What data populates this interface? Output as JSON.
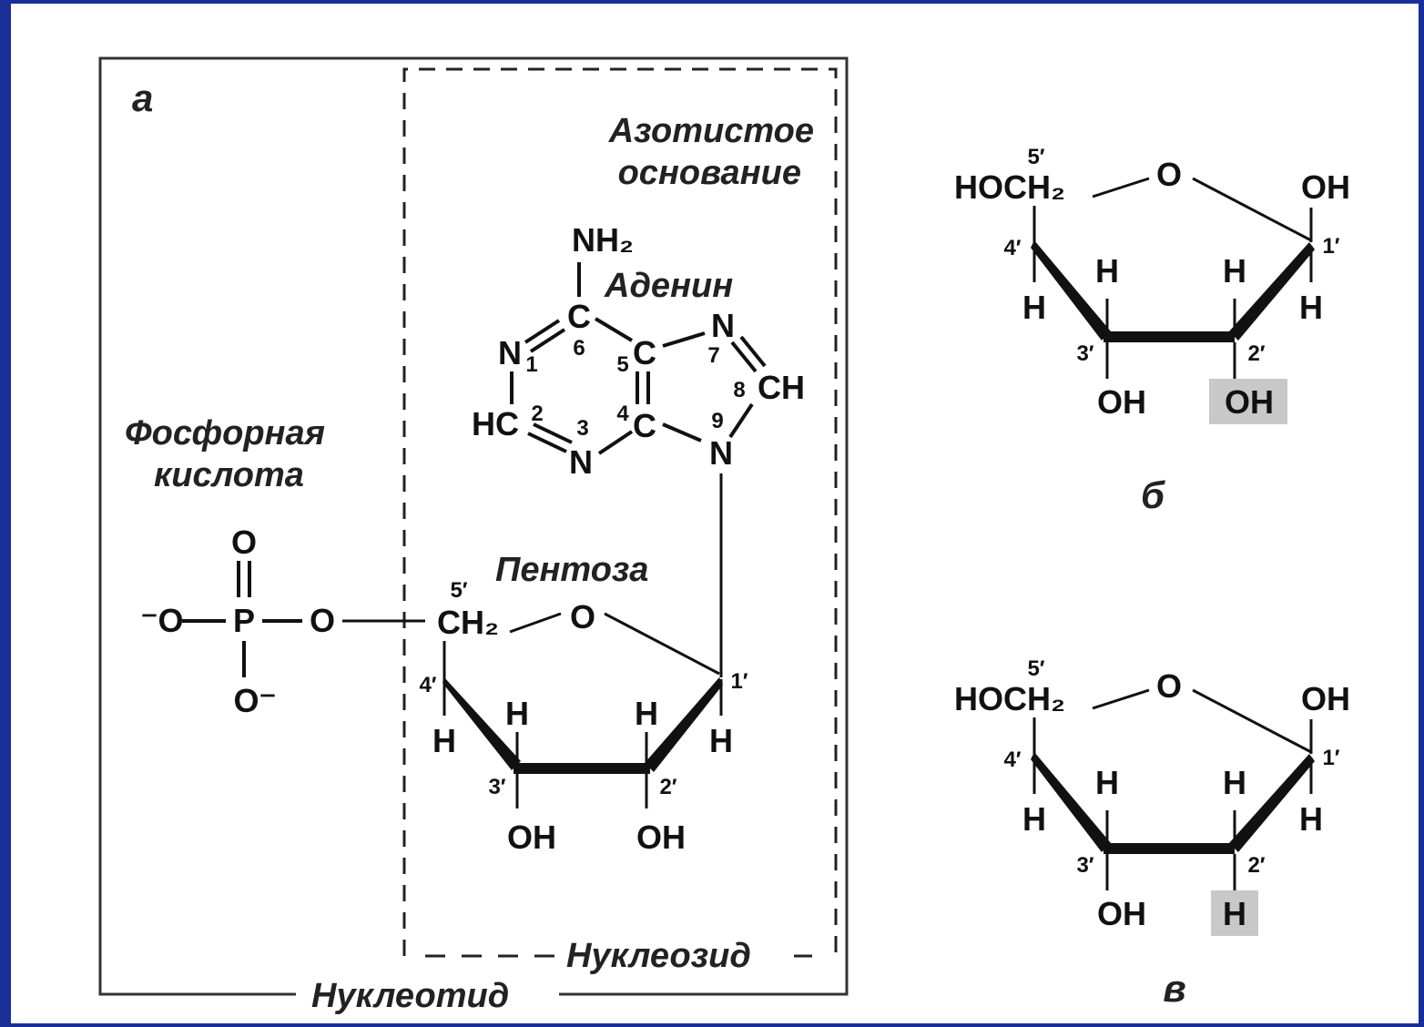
{
  "panels": {
    "a": {
      "letter": "а"
    },
    "b": {
      "letter": "б"
    },
    "c": {
      "letter": "в"
    }
  },
  "labels": {
    "nitrogen_base_line1": "Азотистое",
    "nitrogen_base_line2": "основание",
    "adenine": "Аденин",
    "phosphoric_line1": "Фосфорная",
    "phosphoric_line2": "кислота",
    "pentose": "Пентоза",
    "nucleoside": "Нуклеозид",
    "nucleotide": "Нуклеотид"
  },
  "phosphate": {
    "o_top": "O",
    "o_left": "⁻O",
    "p": "P",
    "o_right": "O",
    "o_bottom": "O⁻"
  },
  "adenine_atoms": {
    "nh2": "NH₂",
    "c6": "C",
    "n1": "N",
    "c5": "C",
    "n7": "N",
    "c8h": "CH",
    "hc2": "HC",
    "n3": "N",
    "c4": "C",
    "n9": "N",
    "num_1": "1",
    "num_2": "2",
    "num_3": "3",
    "num_4": "4",
    "num_5": "5",
    "num_6": "6",
    "num_7": "7",
    "num_8": "8",
    "num_9": "9"
  },
  "sugar_a": {
    "ch2": "CH₂",
    "o": "O",
    "p5": "5′",
    "p4": "4′",
    "p3": "3′",
    "p2": "2′",
    "p1": "1′",
    "h4": "H",
    "h3": "H",
    "h2": "H",
    "h1": "H",
    "oh3": "OH",
    "oh2": "OH"
  },
  "sugar_b": {
    "hoch2": "HOCH₂",
    "o": "O",
    "oh1": "OH",
    "p5": "5′",
    "p4": "4′",
    "p3": "3′",
    "p2": "2′",
    "p1": "1′",
    "h4": "H",
    "h3": "H",
    "h2": "H",
    "h1": "H",
    "oh3": "OH",
    "sub2": "OH"
  },
  "sugar_c": {
    "hoch2": "HOCH₂",
    "o": "O",
    "oh1": "OH",
    "p5": "5′",
    "p4": "4′",
    "p3": "3′",
    "p2": "2′",
    "p1": "1′",
    "h4": "H",
    "h3": "H",
    "h2": "H",
    "h1": "H",
    "oh3": "OH",
    "sub2": "H"
  },
  "colors": {
    "background": "#1a2e9a",
    "highlight": "#c8c8c8",
    "ink": "#111111"
  }
}
